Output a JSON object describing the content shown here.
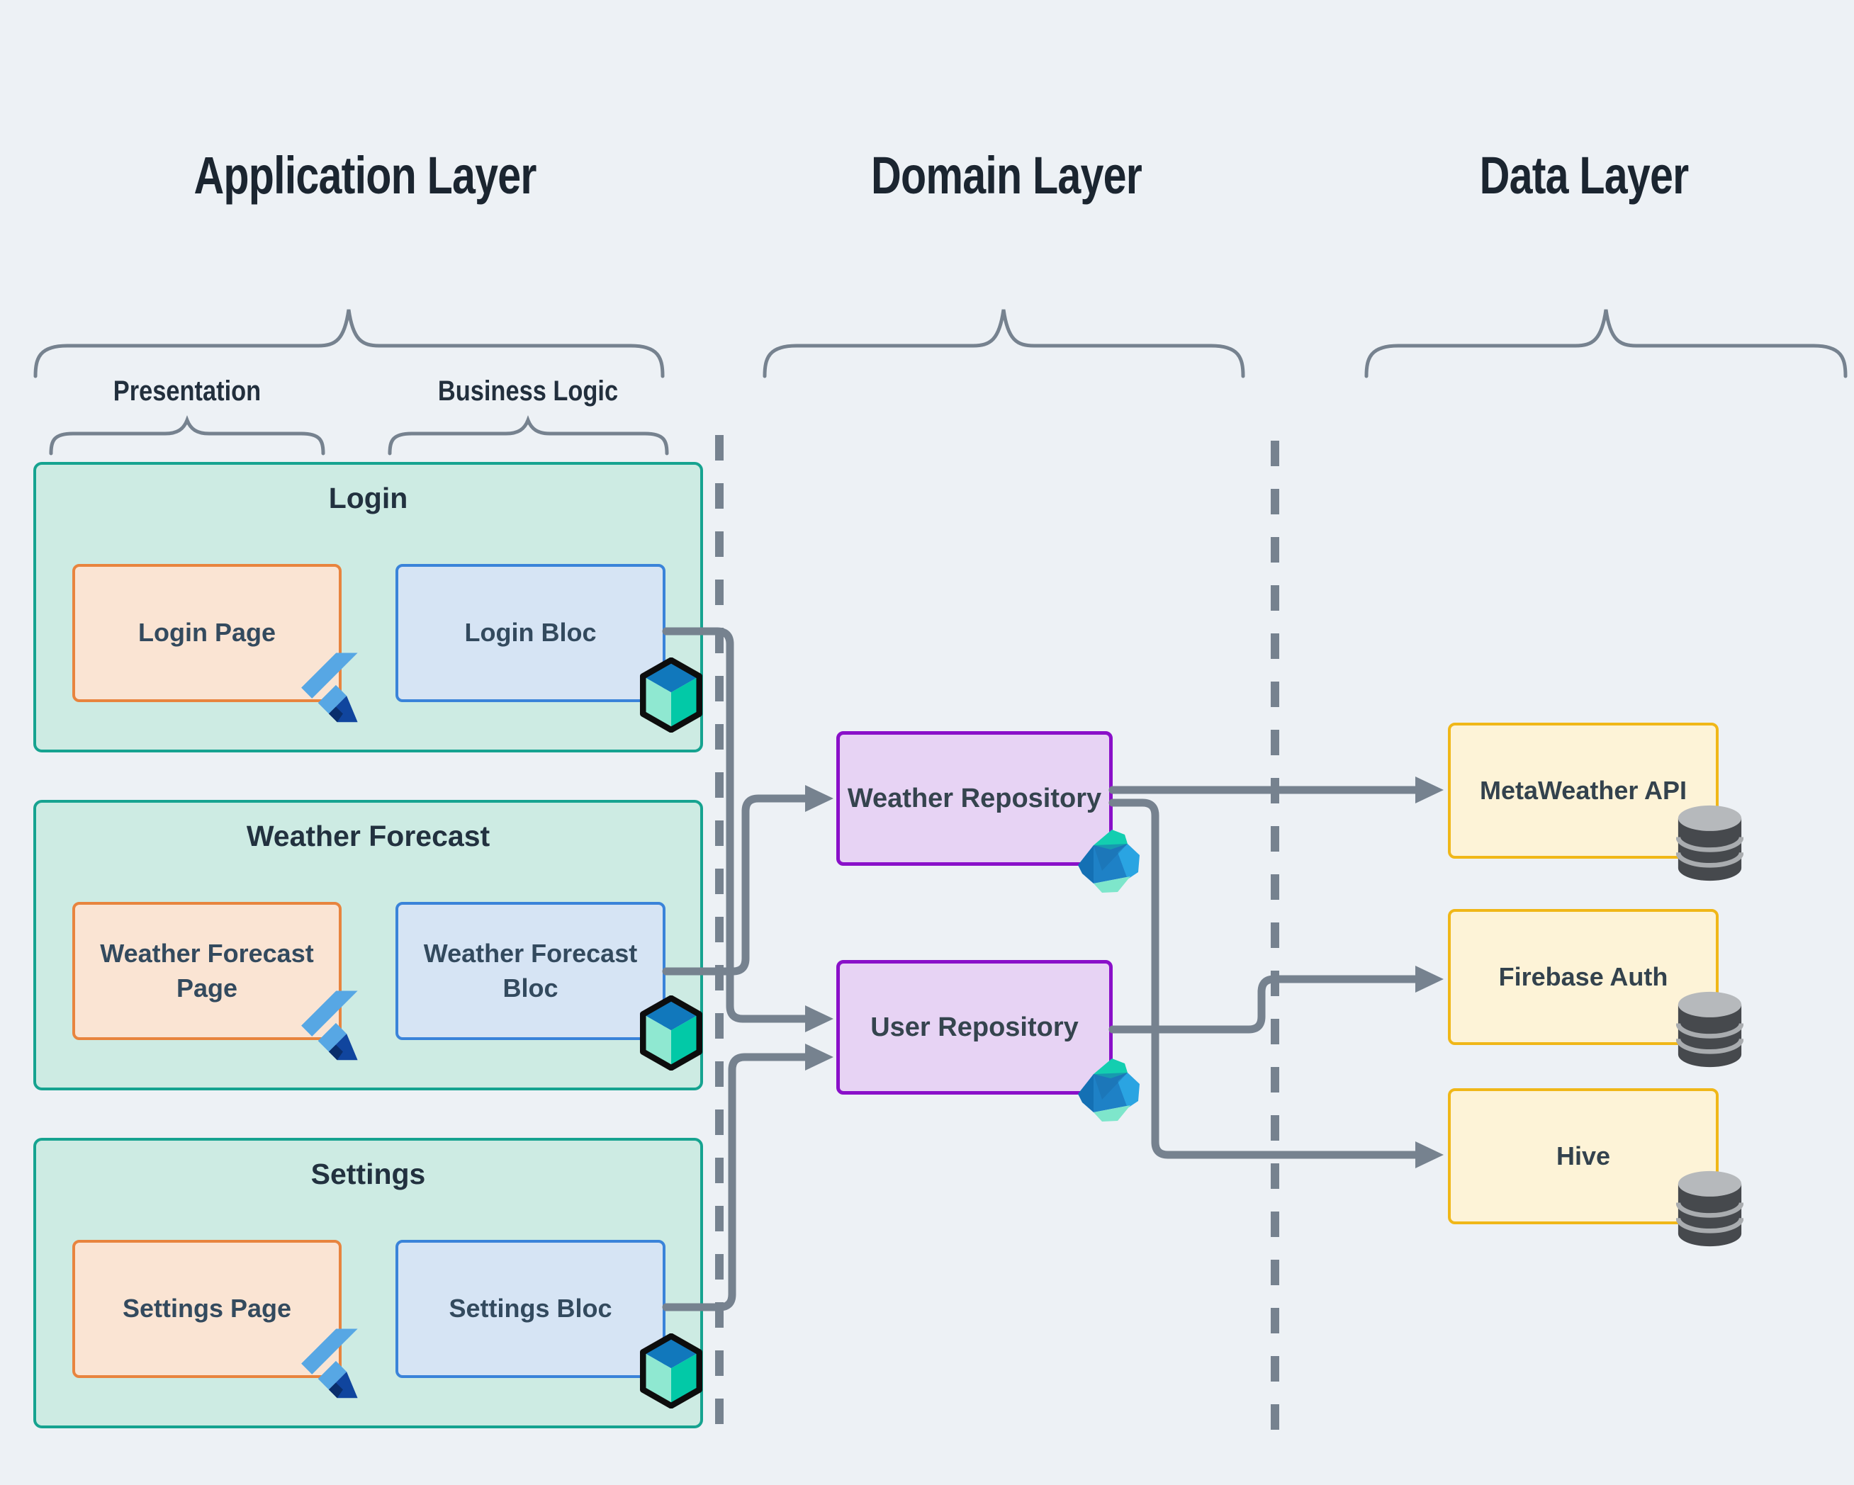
{
  "colors": {
    "background": "#edf1f5",
    "connector_gray": "#76828f",
    "title_text": "#1b2530",
    "label_text": "#222f3d",
    "box_text": "#334a5e",
    "group_fill": "#cdebe3",
    "group_border": "#16a390",
    "page_fill": "#fae4d3",
    "page_border": "#e8843e",
    "bloc_fill": "#d6e4f4",
    "bloc_border": "#3a83d9",
    "repo_fill": "#e7d3f4",
    "repo_border": "#8a10c9",
    "source_fill": "#fdf3d7",
    "source_border": "#f0b718"
  },
  "layers": {
    "application": {
      "title": "Application Layer"
    },
    "domain": {
      "title": "Domain Layer"
    },
    "data": {
      "title": "Data Layer"
    }
  },
  "application": {
    "presentation_label": "Presentation",
    "business_logic_label": "Business Logic",
    "groups": [
      {
        "title": "Login",
        "page": "Login Page",
        "bloc": "Login Bloc"
      },
      {
        "title": "Weather Forecast",
        "page": "Weather Forecast Page",
        "bloc": "Weather Forecast Bloc"
      },
      {
        "title": "Settings",
        "page": "Settings Page",
        "bloc": "Settings Bloc"
      }
    ]
  },
  "domain": {
    "repositories": [
      {
        "label": "Weather Repository"
      },
      {
        "label": "User Repository"
      }
    ]
  },
  "data": {
    "sources": [
      {
        "label": "MetaWeather API"
      },
      {
        "label": "Firebase Auth"
      },
      {
        "label": "Hive"
      }
    ]
  },
  "icons": {
    "flutter": "flutter-logo",
    "bloc": "bloc-cube",
    "dart": "dart-logo",
    "database": "database-cylinder"
  }
}
